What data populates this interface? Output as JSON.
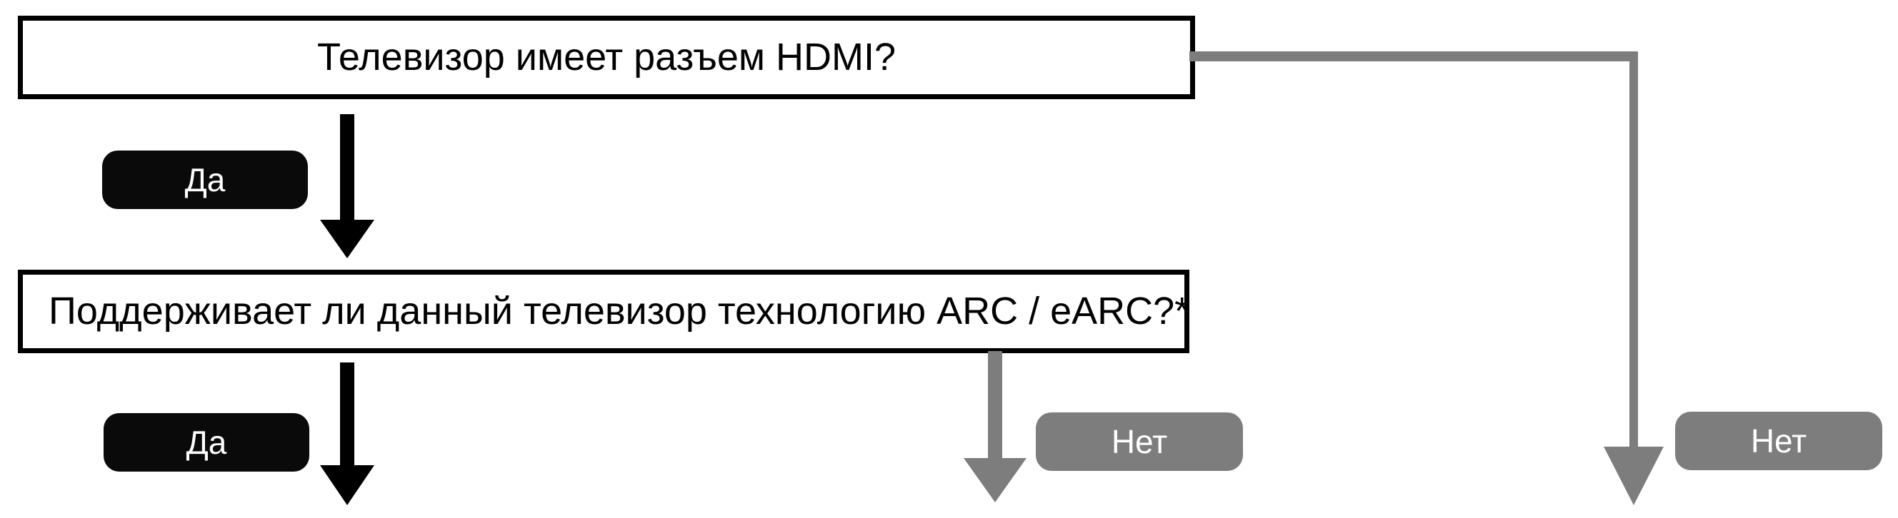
{
  "diagram": {
    "title_text": "",
    "colors": {
      "box_border": "#000000",
      "box_fill": "#ffffff",
      "yes_pill_bg": "#0a0a0a",
      "no_pill_bg": "#7d7d7d",
      "yes_arrow": "#000000",
      "no_arrow": "#7d7d7d",
      "text_on_pill": "#ffffff",
      "box_text": "#000000"
    },
    "nodes": [
      {
        "id": "hdmi",
        "label": "Телевизор имеет разъем HDMI?"
      },
      {
        "id": "arc",
        "label": "Поддерживает ли данный телевизор технологию ARC / eARC?*"
      }
    ],
    "edges": [
      {
        "id": "hdmi-yes",
        "label": "Да",
        "style": "black-down-arrow",
        "from": "hdmi",
        "to": "arc"
      },
      {
        "id": "hdmi-no",
        "label": "Нет",
        "style": "gray-elbow-right-down-arrow",
        "from": "hdmi",
        "to": "offscreen-right"
      },
      {
        "id": "arc-yes",
        "label": "Да",
        "style": "black-down-arrow",
        "from": "arc",
        "to": "offscreen-bottom"
      },
      {
        "id": "arc-no",
        "label": "Нет",
        "style": "gray-down-arrow",
        "from": "arc",
        "to": "offscreen-bottom"
      }
    ]
  }
}
